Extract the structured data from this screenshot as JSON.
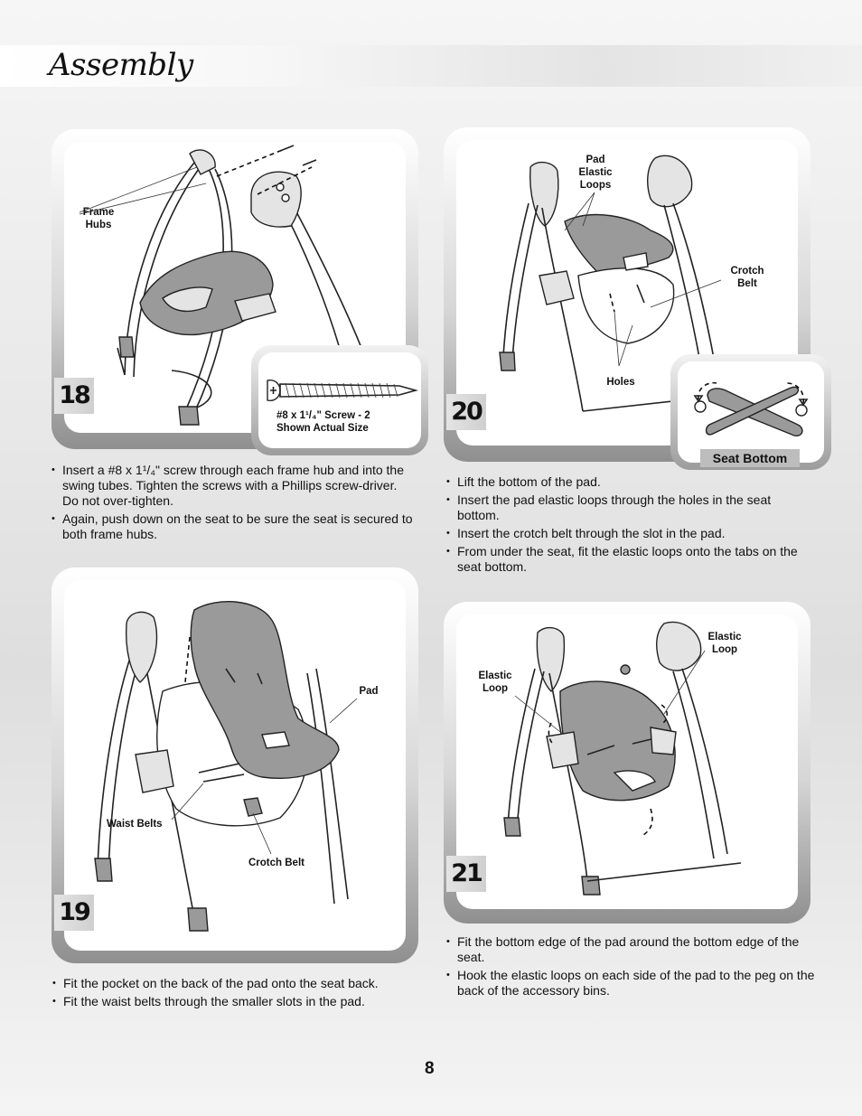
{
  "page": {
    "title": "Assembly",
    "page_number": "8"
  },
  "steps": [
    {
      "number": "18",
      "callouts": {
        "frame_hubs": "Frame\nHubs",
        "screw_note": "#8 x 1¹/₄\" Screw - 2\nShown Actual Size"
      },
      "instructions": [
        "Insert a #8 x 1¹/₄\" screw through each frame hub and into the swing tubes. Tighten the screws with a Phillips screw-driver. Do not over-tighten.",
        "Again, push down on the seat to be sure the seat is secured to both frame hubs."
      ]
    },
    {
      "number": "19",
      "callouts": {
        "pad": "Pad",
        "waist_belts": "Waist Belts",
        "crotch_belt": "Crotch Belt"
      },
      "instructions": [
        "Fit the pocket on the back of the pad onto the seat back.",
        "Fit the waist belts through the smaller slots in the pad."
      ]
    },
    {
      "number": "20",
      "callouts": {
        "pad_elastic_loops": "Pad\nElastic\nLoops",
        "crotch_belt": "Crotch\nBelt",
        "holes": "Holes",
        "seat_bottom": "Seat Bottom"
      },
      "instructions": [
        "Lift the bottom of the pad.",
        "Insert the pad elastic loops through the holes in the seat bottom.",
        "Insert the crotch belt through the slot in the pad.",
        "From under the seat, fit the elastic loops onto the tabs on the seat bottom."
      ]
    },
    {
      "number": "21",
      "callouts": {
        "elastic_loop_left": "Elastic\nLoop",
        "elastic_loop_right": "Elastic\nLoop"
      },
      "instructions": [
        "Fit the bottom edge of the pad around the bottom edge of the seat.",
        "Hook the elastic loops on each side of the pad to the peg on the back of the accessory bins."
      ]
    }
  ]
}
